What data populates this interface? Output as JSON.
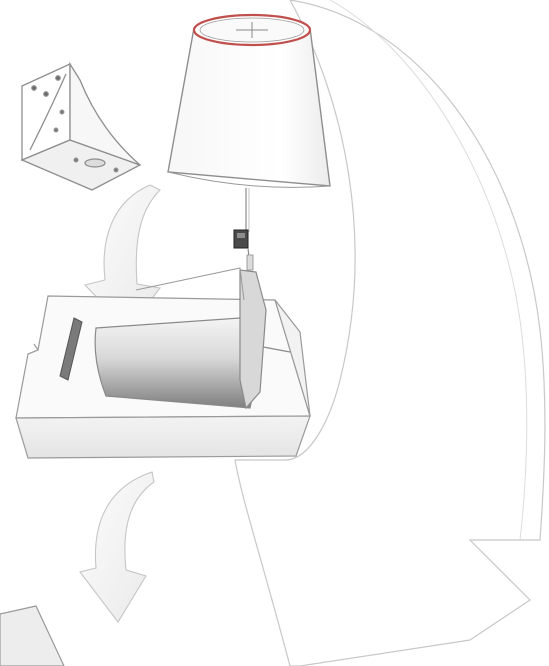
{
  "illustration": {
    "type": "assembly-instruction-diagram",
    "palette": {
      "background": "#ffffff",
      "outline": "#9a9a9a",
      "fill_light": "#f2f2f2",
      "fill_mid": "#e6e6e6",
      "fill_dark": "#b0b0b0",
      "shade_grey": "#8c8c8c",
      "accent_red": "#c0504d"
    },
    "icons": [
      "lamp-shade",
      "mounting-bracket",
      "cable-switch",
      "packaging-box",
      "folded-shade-panel",
      "large-curved-arrow",
      "small-curved-arrow-top",
      "small-curved-arrow-bottom",
      "flat-panel-bottom-left"
    ]
  }
}
